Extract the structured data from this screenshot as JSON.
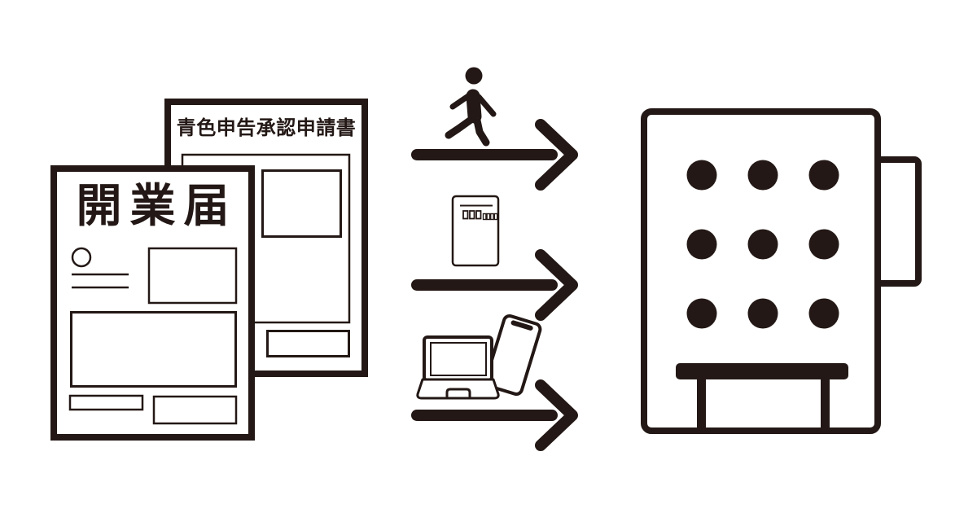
{
  "illustration": {
    "description": "flow of submitting business start-up documents to a tax office",
    "background_color": "#ffffff",
    "ink_color": "#231815",
    "documents": {
      "back": {
        "title": "青色申告承認申請書"
      },
      "front": {
        "title": "開業届"
      }
    },
    "submission_methods": [
      {
        "icon": "walking-person-icon",
        "arrow": "right-arrow-icon"
      },
      {
        "icon": "envelope-icon",
        "arrow": "right-arrow-icon"
      },
      {
        "icon": "laptop-and-smartphone-icon",
        "arrow": "right-arrow-icon"
      }
    ],
    "destination": {
      "icon": "office-building-icon"
    }
  }
}
